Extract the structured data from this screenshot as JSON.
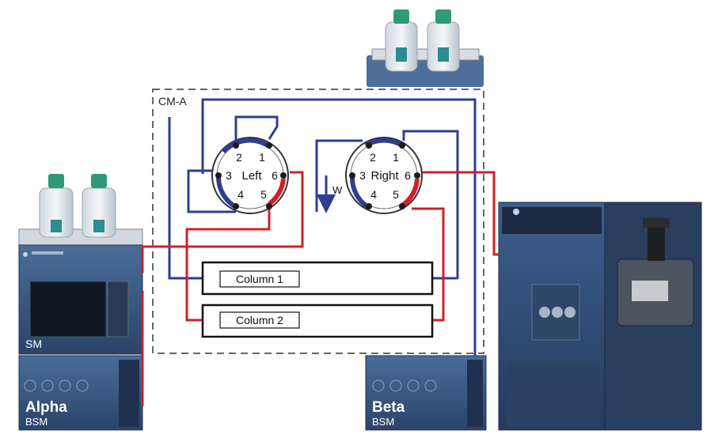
{
  "cm_box": {
    "label": "CM-A"
  },
  "valves": [
    {
      "name": "Left",
      "ports": [
        "1",
        "2",
        "3",
        "4",
        "5",
        "6"
      ]
    },
    {
      "name": "Right",
      "ports": [
        "1",
        "2",
        "3",
        "4",
        "5",
        "6"
      ]
    }
  ],
  "waste_label": "W",
  "columns": [
    "Column 1",
    "Column 2"
  ],
  "instruments": {
    "sm_label": "SM",
    "alpha": {
      "name": "Alpha",
      "sub": "BSM"
    },
    "beta": {
      "name": "Beta",
      "sub": "BSM"
    }
  },
  "colors": {
    "blue_line": "#2e3f8f",
    "red_line": "#d0202a",
    "dark_line": "#222222",
    "instrument_body": "#3a5a85",
    "instrument_dark": "#1c2d45"
  }
}
